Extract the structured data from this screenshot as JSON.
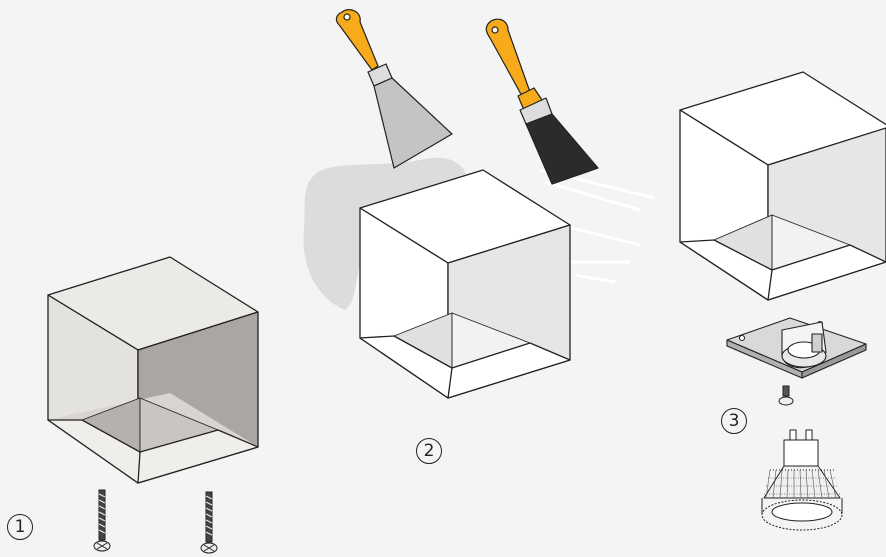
{
  "steps": [
    {
      "number": "1"
    },
    {
      "number": "2"
    },
    {
      "number": "3"
    }
  ],
  "colors": {
    "background": "#f4f4f4",
    "raw_box_front": "#e4e2de",
    "raw_box_side": "#aaa6a2",
    "painted_box": "#ffffff",
    "tool_handle": "#f7ab1b",
    "scraper_blade": "#c4c4c4",
    "brush_bristles": "#2b2b2b",
    "paint_splash": "#dedede",
    "outline": "#222222"
  },
  "icons": [
    "plaster-box-icon",
    "screw-icon",
    "scraper-icon",
    "paint-brush-icon",
    "painted-box-icon",
    "mounting-bracket-icon",
    "gu10-bulb-icon"
  ]
}
